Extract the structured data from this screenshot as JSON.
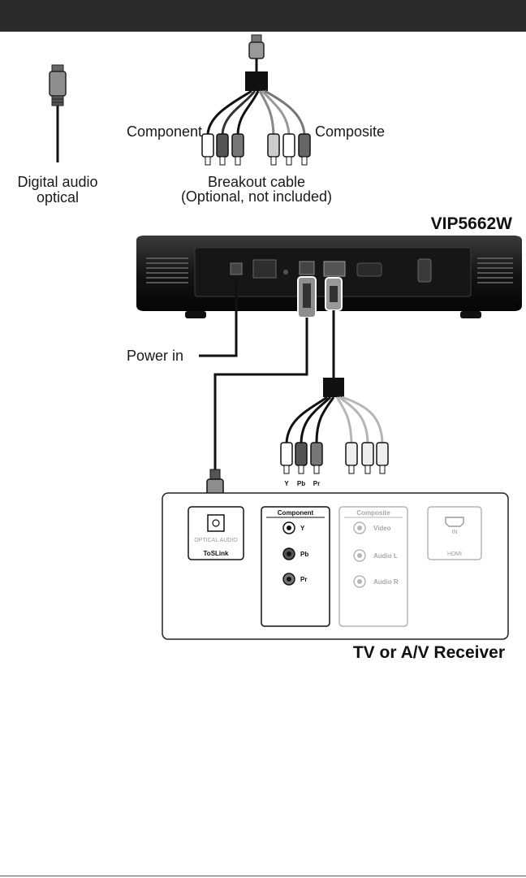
{
  "labels": {
    "digital_audio": [
      "Digital audio",
      "optical"
    ],
    "component": "Component",
    "composite": "Composite",
    "breakout": [
      "Breakout cable",
      "(Optional, not included)"
    ],
    "model": "VIP5662W",
    "power_in": "Power in",
    "receiver_title": "TV or A/V Receiver"
  },
  "plug_labels": [
    "Y",
    "Pb",
    "Pr"
  ],
  "receiver_panel": {
    "optical": {
      "label": "OPTICAL AUDIO",
      "sublabel": "ToSLink"
    },
    "component": {
      "title": "Component",
      "ports": [
        "Y",
        "Pb",
        "Pr"
      ]
    },
    "composite": {
      "title": "Composite",
      "ports": [
        "Video",
        "Audio L",
        "Audio R"
      ]
    },
    "hdmi": {
      "in_label": "IN",
      "label": "HDMI"
    }
  },
  "colors": {
    "header": "#2b2b2b",
    "dark_cable": "#1a1a1a",
    "light_cable": "#b5b5b5"
  }
}
